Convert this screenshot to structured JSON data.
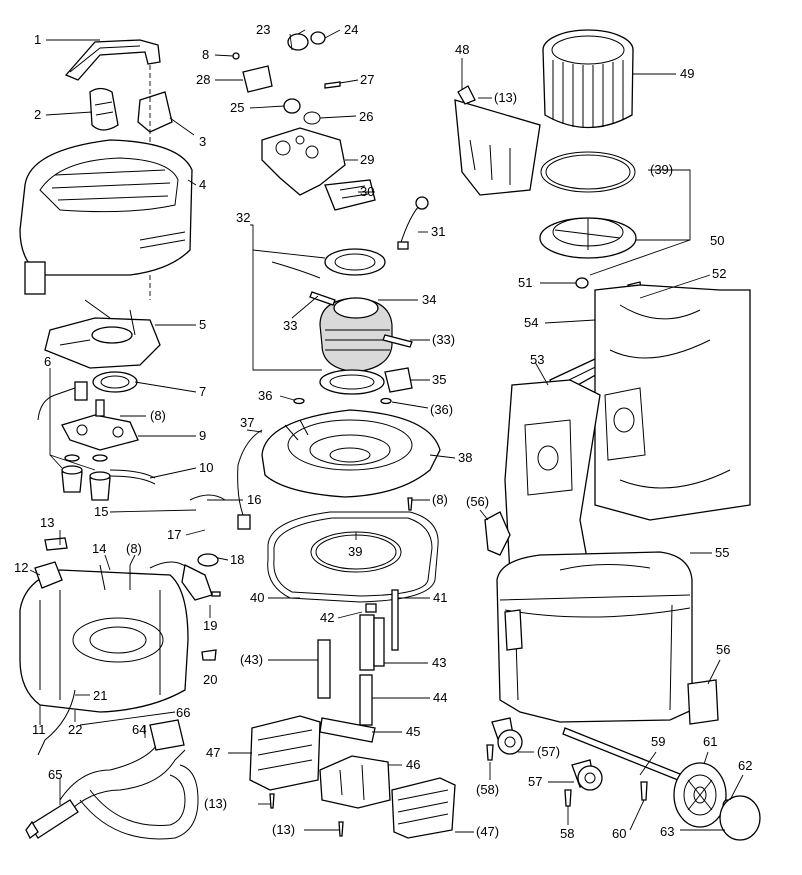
{
  "labels": {
    "l1": "1",
    "l2": "2",
    "l3": "3",
    "l4": "4",
    "l5": "5",
    "l6": "6",
    "l7": "7",
    "l8a": "(8)",
    "l9": "9",
    "l10": "10",
    "l11": "11",
    "l12": "12",
    "l13a": "13",
    "l14": "14",
    "l8b": "(8)",
    "l15": "15",
    "l16": "16",
    "l17": "17",
    "l18": "18",
    "l19": "19",
    "l20": "20",
    "l21": "21",
    "l22": "22",
    "l23": "23",
    "l24": "24",
    "l8c": "8",
    "l28": "28",
    "l27": "27",
    "l25": "25",
    "l26": "26",
    "l29": "29",
    "l30": "30",
    "l31": "31",
    "l32": "32",
    "l33": "33",
    "l34": "34",
    "l33b": "(33)",
    "l35": "35",
    "l36": "36",
    "l36b": "(36)",
    "l37": "37",
    "l38": "38",
    "l8d": "(8)",
    "l39": "39",
    "l40": "40",
    "l41": "41",
    "l42": "42",
    "l43b": "(43)",
    "l43": "43",
    "l44": "44",
    "l45": "45",
    "l46": "46",
    "l47": "47",
    "l13b": "(13)",
    "l13c": "(13)",
    "l47b": "(47)",
    "l48": "48",
    "l13d": "(13)",
    "l49": "49",
    "l39b": "(39)",
    "l50": "50",
    "l51": "51",
    "l52": "52",
    "l54": "54",
    "l53": "53",
    "l56b": "(56)",
    "l55": "55",
    "l56": "56",
    "l57b": "(57)",
    "l57": "57",
    "l58b": "(58)",
    "l58": "58",
    "l59": "59",
    "l60": "60",
    "l61": "61",
    "l62": "62",
    "l63": "63",
    "l64": "64",
    "l65": "65",
    "l66": "66"
  }
}
